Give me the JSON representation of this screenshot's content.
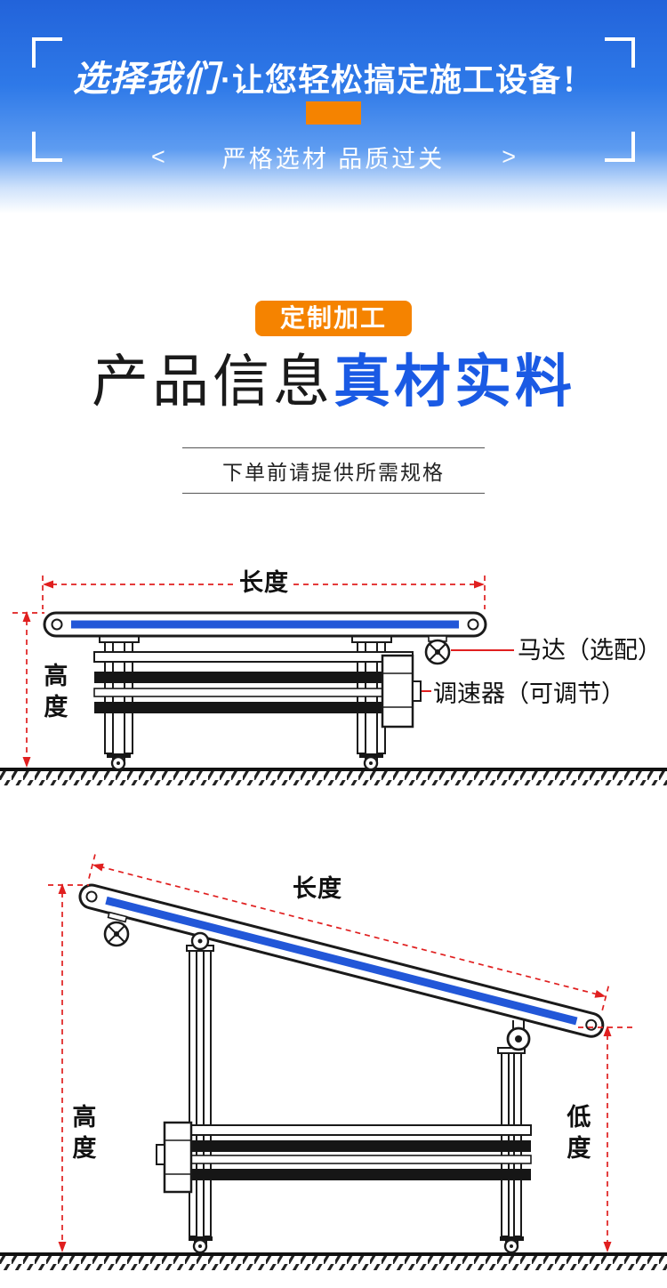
{
  "banner": {
    "title_strong": "选择我们",
    "title_rest": "·让您轻松搞定施工设备！",
    "subtitle": "严格选材 品质过关",
    "arrow_left": "<",
    "arrow_right": ">"
  },
  "intro": {
    "badge": "定制加工",
    "title_black": "产品信息",
    "title_blue": "真材实料",
    "note": "下单前请提供所需规格"
  },
  "diagram_flat": {
    "length": "长度",
    "height": "高度",
    "motor": "马达（选配）",
    "regulator": "调速器（可调节）"
  },
  "diagram_incline": {
    "length": "长度",
    "height": "高度",
    "low": "低度"
  },
  "colors": {
    "banner_blue": "#2e79e8",
    "accent_blue": "#1a5ae4",
    "orange": "#f58300",
    "dimension_red": "#e01f1f",
    "belt_blue": "#2257d8"
  }
}
